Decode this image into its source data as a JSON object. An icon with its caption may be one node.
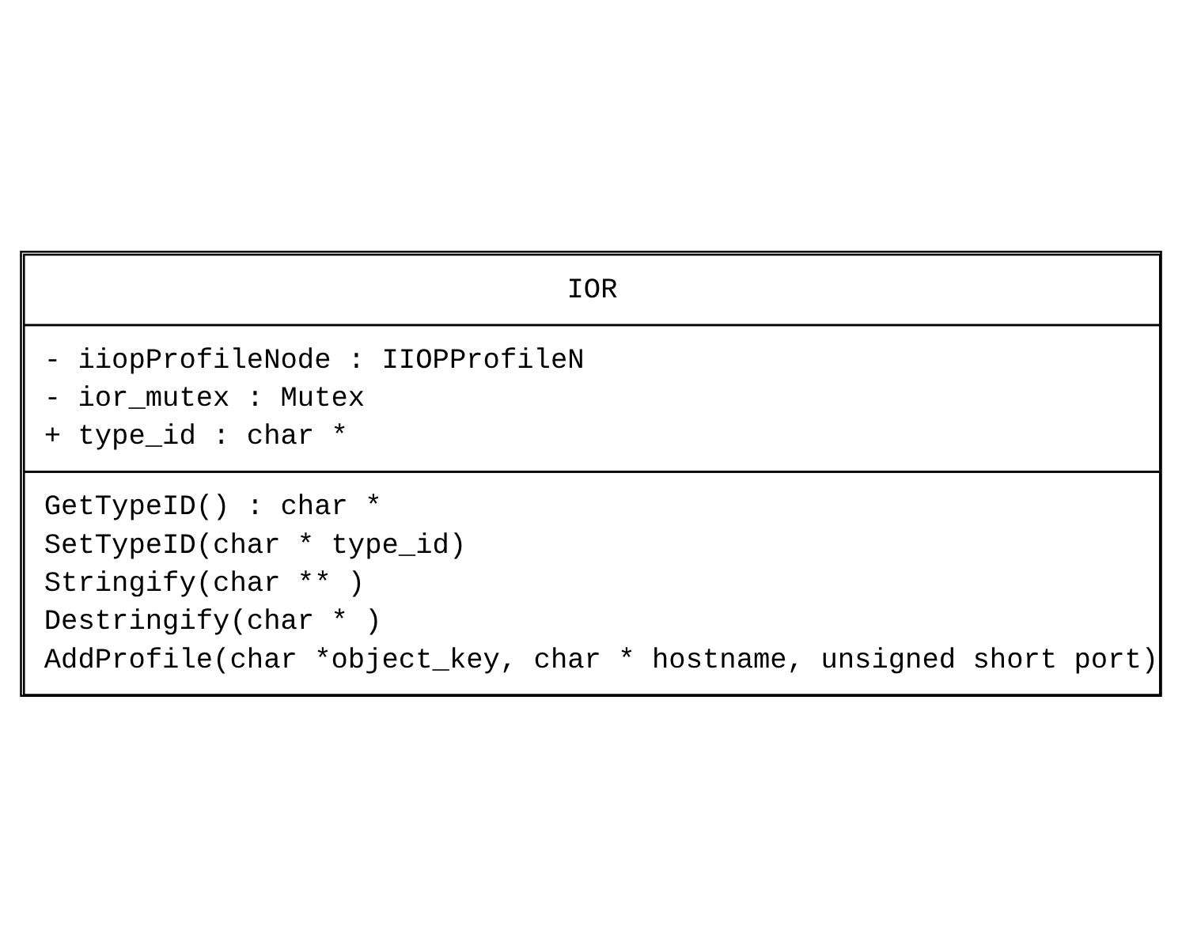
{
  "diagram": {
    "nodes": [
      {
        "text": [
          "IOR",
          "- iiopProfileNode : IIOPProfileN",
          "- ior_mutex : Mutex",
          "+ type_id : char *",
          "GetTypeID() : char *",
          "SetTypeID(char * type_id)",
          "Stringify(char ** )",
          "Destringify(char * )",
          "AddProfile(char *object_key, char * hostname, unsigned short port)"
        ]
      }
    ]
  }
}
